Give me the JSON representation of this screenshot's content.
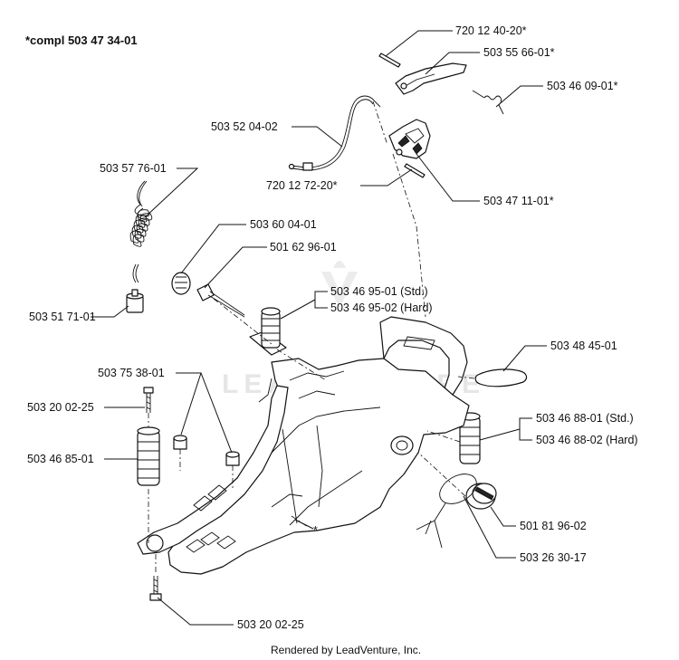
{
  "header": {
    "note": "*compl 503 47 34-01"
  },
  "watermark": {
    "text": "LEADVENTURE"
  },
  "footer": {
    "credit": "Rendered by LeadVenture, Inc."
  },
  "parts": [
    {
      "id": "p1",
      "label": "720 12 40-20*"
    },
    {
      "id": "p2",
      "label": "503 55 66-01*"
    },
    {
      "id": "p3",
      "label": "503 46 09-01*"
    },
    {
      "id": "p4",
      "label": "503 52 04-02"
    },
    {
      "id": "p5",
      "label": "720 12 72-20*"
    },
    {
      "id": "p6",
      "label": "503 47 11-01*"
    },
    {
      "id": "p7",
      "label": "503 57 76-01"
    },
    {
      "id": "p8",
      "label": "503 51 71-01"
    },
    {
      "id": "p9",
      "label": "503 60 04-01"
    },
    {
      "id": "p10",
      "label": "501 62 96-01"
    },
    {
      "id": "p11",
      "label": "503 46 95-01 (Std.)"
    },
    {
      "id": "p12",
      "label": "503 46 95-02 (Hard)"
    },
    {
      "id": "p13",
      "label": "503 48 45-01"
    },
    {
      "id": "p14",
      "label": "503 75 38-01"
    },
    {
      "id": "p15",
      "label": "503 20 02-25"
    },
    {
      "id": "p16",
      "label": "503 46 85-01"
    },
    {
      "id": "p17",
      "label": "503 46 88-01 (Std.)"
    },
    {
      "id": "p18",
      "label": "503 46 88-02 (Hard)"
    },
    {
      "id": "p19",
      "label": "501 81 96-02"
    },
    {
      "id": "p20",
      "label": "503 26 30-17"
    },
    {
      "id": "p21",
      "label": "503 20 02-25"
    }
  ],
  "callouts": {
    "asterisk": "*"
  }
}
